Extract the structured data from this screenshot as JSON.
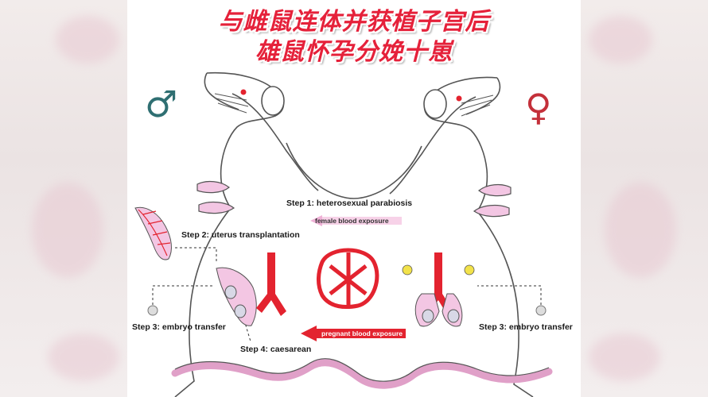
{
  "title_line1": "与雌鼠连体并获植子宫后",
  "title_line2": "雄鼠怀孕分娩十崽",
  "symbols": {
    "male": "♂",
    "female": "♀",
    "male_color": "#2f6f72",
    "female_color": "#c4303a"
  },
  "steps": {
    "step1": "Step 1: heterosexual parabiosis",
    "female_blood": "female blood exposure",
    "step2": "Step 2: uterus transplantation",
    "step3_left": "Step 3: embryo transfer",
    "step3_right": "Step 3: embryo transfer",
    "pregnant_blood": "pregnant blood exposure",
    "step4": "Step 4: caesarean"
  },
  "colors": {
    "title_red": "#e5213a",
    "vessel_red": "#e3232f",
    "rat_pink": "#f3c6e3",
    "arrow_pink": "#efb1d6"
  }
}
